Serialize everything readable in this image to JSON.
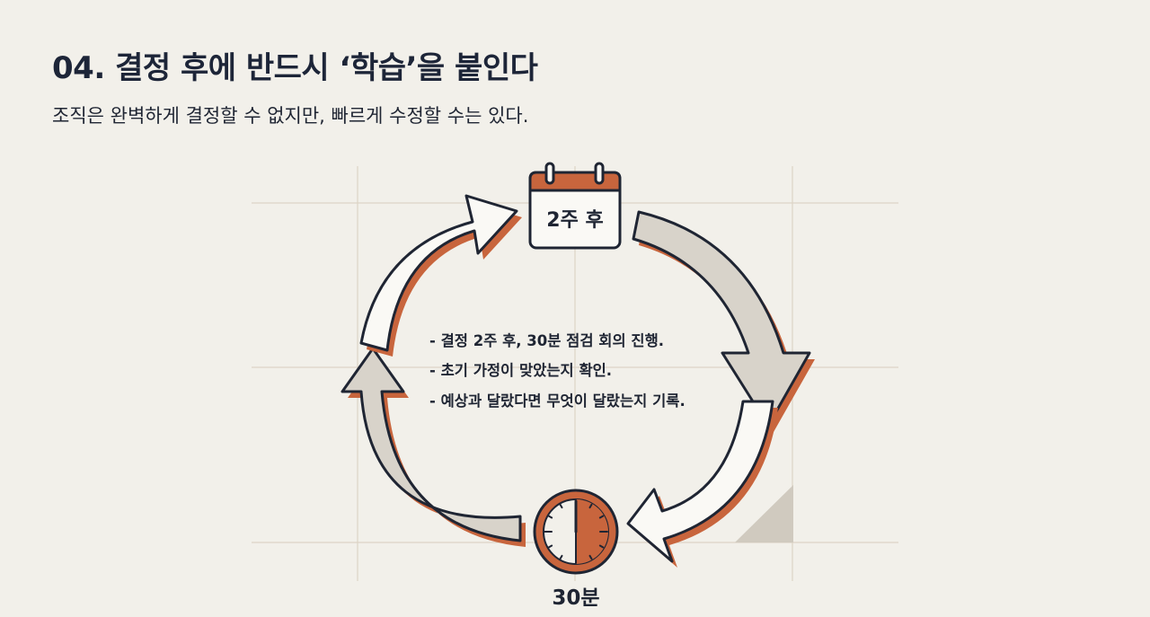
{
  "slide": {
    "title": "04. 결정 후에 반드시 ‘학습’을 붙인다",
    "subtitle": "조직은 완벽하게 결정할 수 없지만, 빠르게 수정할 수는 있다."
  },
  "cycle": {
    "calendar_label": "2주 후",
    "timer_label": "30분",
    "timer_progress": 0.5,
    "bullets": [
      "- 결정 2주 후, 30분 점검 회의 진행.",
      "- 초기 가정이 맞았는지 확인.",
      "- 예상과 달랐다면 무엇이 달랐는지 기록."
    ]
  },
  "colors": {
    "background": "#f2f0ea",
    "accent": "#c8653d",
    "ink": "#1f2533",
    "arrow_fill": "#d8d3ca",
    "grid": "#ddd4c6"
  },
  "icons": {
    "calendar": "calendar-icon",
    "timer": "clock-icon"
  }
}
